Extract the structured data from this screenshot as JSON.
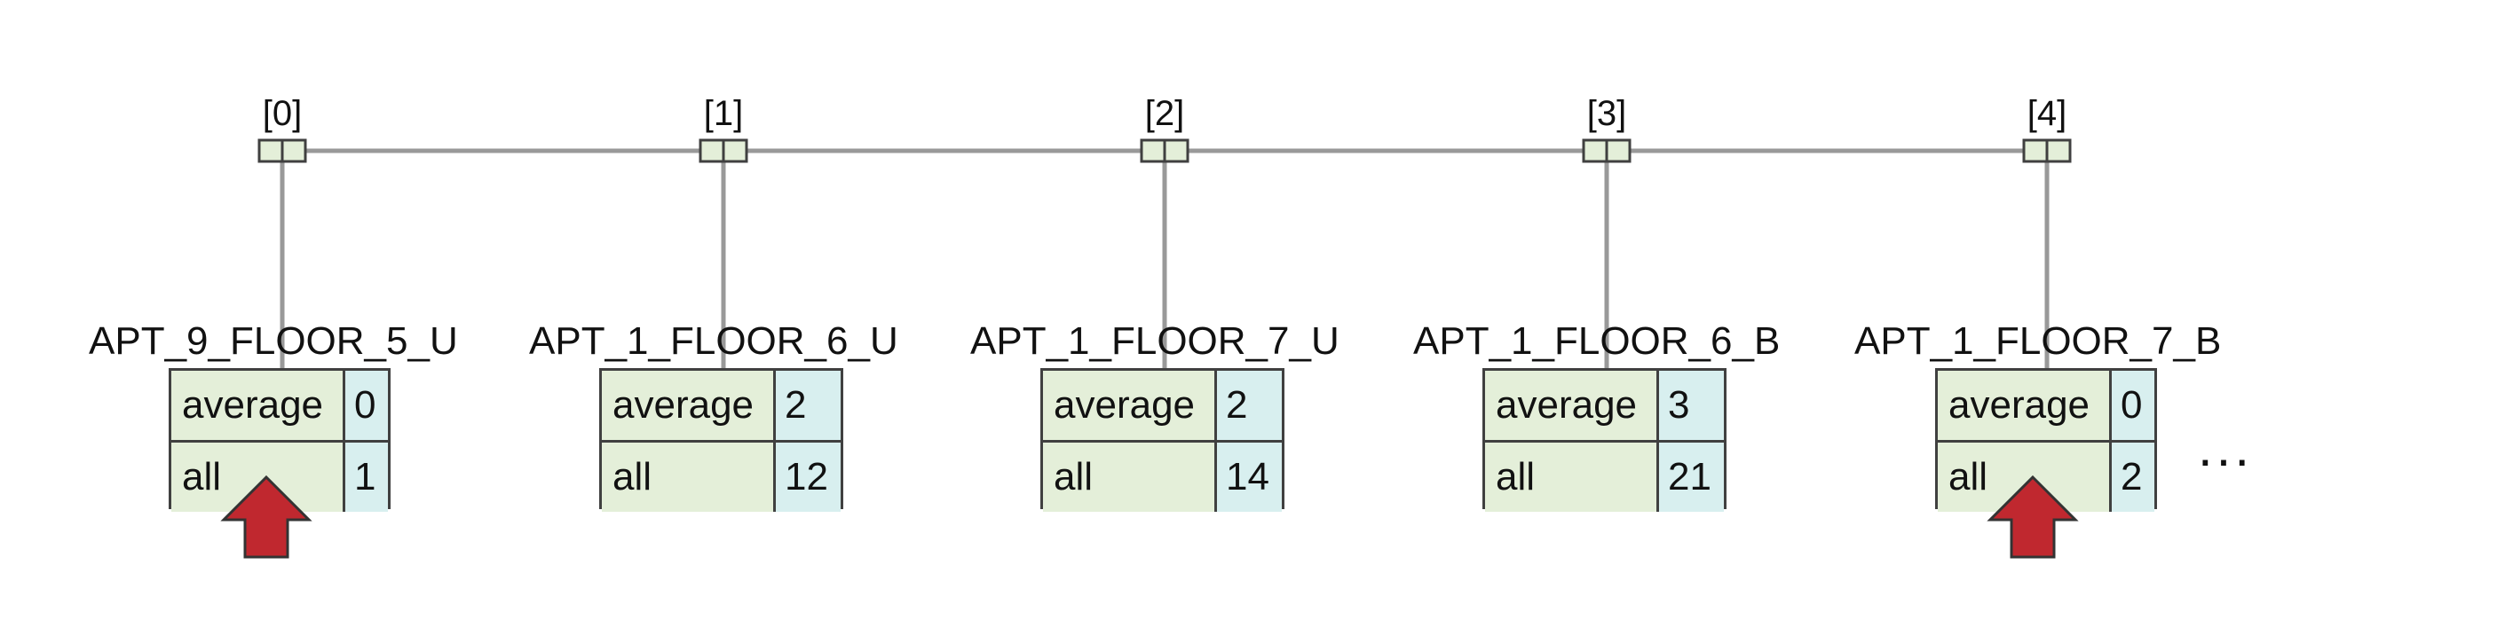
{
  "diagram": {
    "indices": [
      "[0]",
      "[1]",
      "[2]",
      "[3]",
      "[4]"
    ],
    "nodes": [
      {
        "name": "APT_9_FLOOR_5_U",
        "rows": [
          {
            "key": "average",
            "value": "0"
          },
          {
            "key": "all",
            "value": "1"
          }
        ],
        "marked": true
      },
      {
        "name": "APT_1_FLOOR_6_U",
        "rows": [
          {
            "key": "average",
            "value": "2"
          },
          {
            "key": "all",
            "value": "12"
          }
        ],
        "marked": false
      },
      {
        "name": "APT_1_FLOOR_7_U",
        "rows": [
          {
            "key": "average",
            "value": "2"
          },
          {
            "key": "all",
            "value": "14"
          }
        ],
        "marked": false
      },
      {
        "name": "APT_1_FLOOR_6_B",
        "rows": [
          {
            "key": "average",
            "value": "3"
          },
          {
            "key": "all",
            "value": "21"
          }
        ],
        "marked": false
      },
      {
        "name": "APT_1_FLOOR_7_B",
        "rows": [
          {
            "key": "average",
            "value": "0"
          },
          {
            "key": "all",
            "value": "2"
          }
        ],
        "marked": true
      }
    ],
    "ellipsis": "...",
    "colors": {
      "line": "#999999",
      "slot_fill": "#e4efd9",
      "key_fill": "#e4efd9",
      "value_fill": "#d8efef",
      "border": "#404040",
      "arrow_fill": "#c0282f",
      "arrow_stroke": "#333333"
    }
  }
}
